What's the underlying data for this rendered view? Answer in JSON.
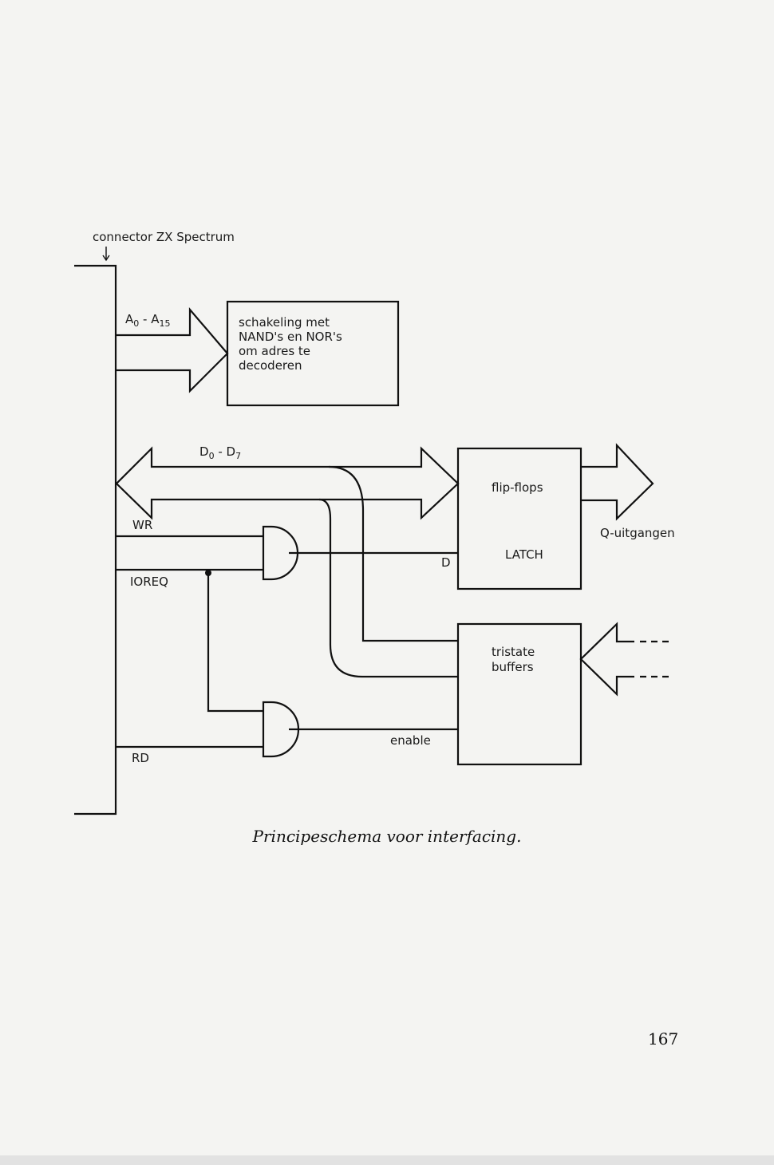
{
  "diagram": {
    "connector_label": "connector ZX Spectrum",
    "address_bus": {
      "base": "A",
      "from": "0",
      "sep": " - A",
      "to": "15"
    },
    "decoder_lines": [
      "schakeling met",
      "NAND's en NOR's",
      "om adres te",
      "decoderen"
    ],
    "data_bus": {
      "base": "D",
      "from": "0",
      "sep": " - D",
      "to": "7"
    },
    "signals": {
      "wr": "WR",
      "ioreq": "IOREQ",
      "rd": "RD"
    },
    "latch": {
      "top": "flip-flops",
      "bottom": "LATCH",
      "input": "D"
    },
    "outputs_label": "Q-uitgangen",
    "buffers_lines": [
      "tristate",
      "buffers"
    ],
    "enable_label": "enable"
  },
  "caption": "Principeschema voor interfacing.",
  "page_number": "167"
}
